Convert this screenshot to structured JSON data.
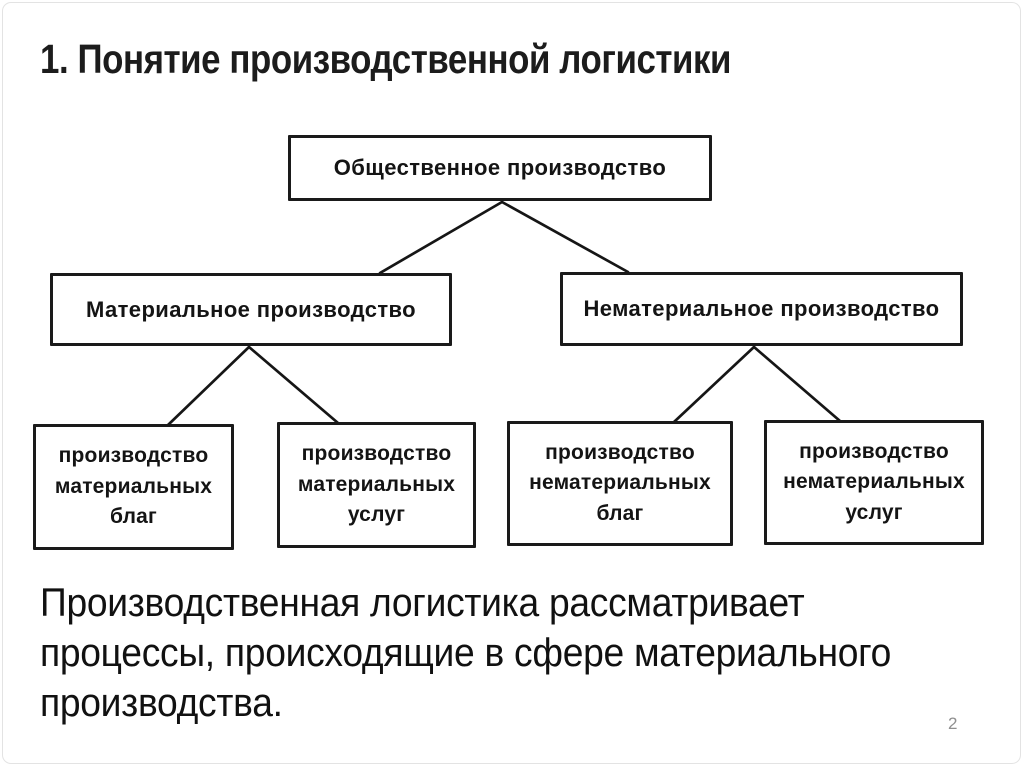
{
  "title": "1. Понятие производственной логистики",
  "diagram": {
    "root": {
      "label": "Общественное производство"
    },
    "level2": [
      {
        "label": "Материальное производство"
      },
      {
        "label": "Нематериальное производство"
      }
    ],
    "level3": [
      {
        "label": "производство материальных благ"
      },
      {
        "label": "производство материальных услуг"
      },
      {
        "label": "производство нематериальных благ"
      },
      {
        "label": "производство нематериальных услуг"
      }
    ]
  },
  "body": {
    "lines": [
      "Производственная логистика рассматривает",
      "процессы, происходящие в сфере материального",
      "производства."
    ]
  },
  "footer": {
    "page_number": "2"
  },
  "colors": {
    "text": "#1a1a1a",
    "box_border": "#1a1a1a",
    "connector": "#161616",
    "page_number": "#8f8f8f",
    "slide_border": "#e3e3e3"
  }
}
